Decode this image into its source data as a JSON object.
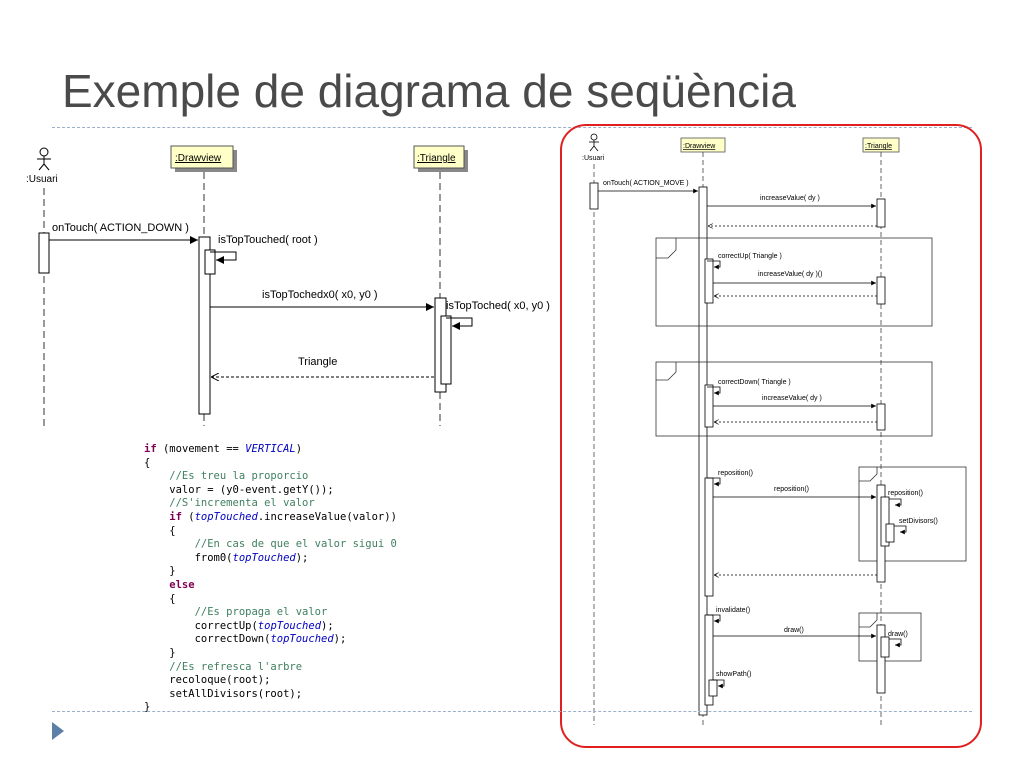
{
  "title": "Exemple de diagrama de seqüència",
  "left_diagram": {
    "actor": ":Usuari",
    "lifeline_drawview": ":Drawview",
    "lifeline_triangle": ":Triangle",
    "msg_ontouch": "onTouch( ACTION_DOWN )",
    "msg_istoptouched": "isTopTouched( root )",
    "msg_istoptochedx0": "isTopTochedx0( x0, y0 )",
    "msg_istoptoched_tri": "isTopToched( x0, y0 )",
    "msg_return": "Triangle"
  },
  "code": {
    "l1_kw": "if",
    "l1_a": " (movement == ",
    "l1_it": "VERTICAL",
    "l1_b": ")",
    "l2": "{",
    "l3": "    //Es treu la proporcio",
    "l4": "    valor = (y0-event.getY());",
    "l5": "",
    "l6": "    //S'incrementa el valor",
    "l7_kw": "    if",
    "l7_a": " (",
    "l7_it": "topTouched",
    "l7_b": ".increaseValue(valor))",
    "l8": "    {",
    "l9": "        //En cas de que el valor sigui 0",
    "l10_a": "        from0(",
    "l10_it": "topTouched",
    "l10_b": ");",
    "l11": "    }",
    "l12_kw": "    else",
    "l13": "    {",
    "l14": "        //Es propaga el valor",
    "l15_a": "        correctUp(",
    "l15_it": "topTouched",
    "l15_b": ");",
    "l16_a": "        correctDown(",
    "l16_it": "topTouched",
    "l16_b": ");",
    "l17": "    }",
    "l18": "    //Es refresca l'arbre",
    "l19": "    recoloque(root);",
    "l20": "    setAllDivisors(root);",
    "l21": "}"
  },
  "right_diagram": {
    "actor": ":Usuari",
    "lifeline_drawview": ":Drawview",
    "lifeline_triangle": ":Triangle",
    "msg_ontouch": "onTouch( ACTION_MOVE )",
    "msg_increase1": "increaseValue( dy )",
    "msg_correctup": "correctUp( Triangle )",
    "msg_increase2": "increaseValue( dy )()",
    "msg_correctdown": "correctDown( Triangle )",
    "msg_increase3": "increaseValue( dy )",
    "msg_reposition_self": "reposition()",
    "msg_reposition": "reposition()",
    "msg_reposition_tri": "reposition()",
    "msg_setdivisors": "setDivisors()",
    "msg_invalidate": "invalidate()",
    "msg_draw": "draw()",
    "msg_draw_tri": "draw()",
    "msg_showpath": "showPath()"
  },
  "colors": {
    "title": "#4a4a4a",
    "highlight_frame": "#e02020",
    "lifeline_box": "#ffffc8",
    "bullet": "#5b7fa6"
  }
}
